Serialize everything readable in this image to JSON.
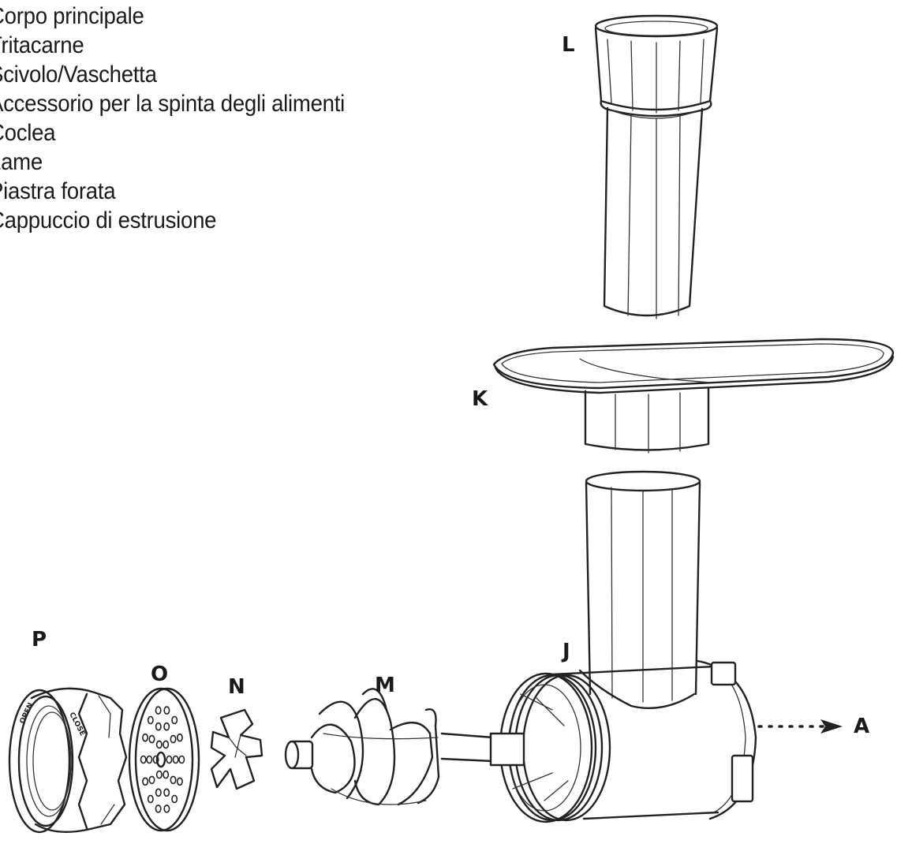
{
  "parts": [
    "Corpo principale",
    "Tritacarne",
    "Scivolo/Vaschetta",
    "Accessorio per la spinta degli alimenti",
    "Coclea",
    "Lame",
    "Piastra forata",
    "Cappuccio di estrusione"
  ],
  "callouts": {
    "L": "L",
    "K": "K",
    "J": "J",
    "M": "M",
    "N": "N",
    "O": "O",
    "P": "P",
    "A": "A"
  },
  "cap_engraving": {
    "open": "OPEN",
    "close": "CLOSE"
  }
}
